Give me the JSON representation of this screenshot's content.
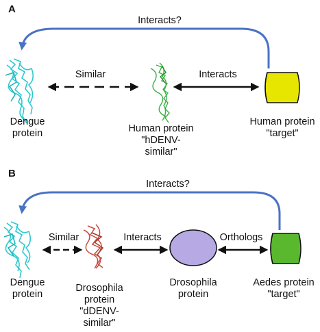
{
  "panels": [
    {
      "letter": "A",
      "top_label": "Interacts?",
      "edge_similar": "Similar",
      "edge_interacts": "Interacts",
      "node_pathogen": [
        "Dengue",
        "protein"
      ],
      "node_mimic": [
        "Human protein",
        "\"hDENV-",
        "similar\""
      ],
      "node_target": [
        "Human protein",
        "\"target\""
      ]
    },
    {
      "letter": "B",
      "top_label": "Interacts?",
      "edge_similar": "Similar",
      "edge_interacts": "Interacts",
      "edge_orthologs": "Orthologs",
      "node_pathogen": [
        "Dengue",
        "protein"
      ],
      "node_mimic": [
        "Drosophila",
        "protein",
        "\"dDENV-",
        "similar\""
      ],
      "node_partner": [
        "Drosophila",
        "protein"
      ],
      "node_target": [
        "Aedes protein",
        "\"target\""
      ]
    }
  ],
  "colors": {
    "curve_arrow": "#4a72c4",
    "dengue_structure": "#2ec9cf",
    "human_mimic_structure": "#3bb043",
    "drosophila_mimic_structure": "#c9473c",
    "target_a": "#e6e600",
    "partner_b": "#b7a9e3",
    "target_b": "#5ab82f"
  },
  "icons": [
    "protein-ribbon-icon",
    "cylinder-node-icon",
    "ellipse-node-icon"
  ]
}
